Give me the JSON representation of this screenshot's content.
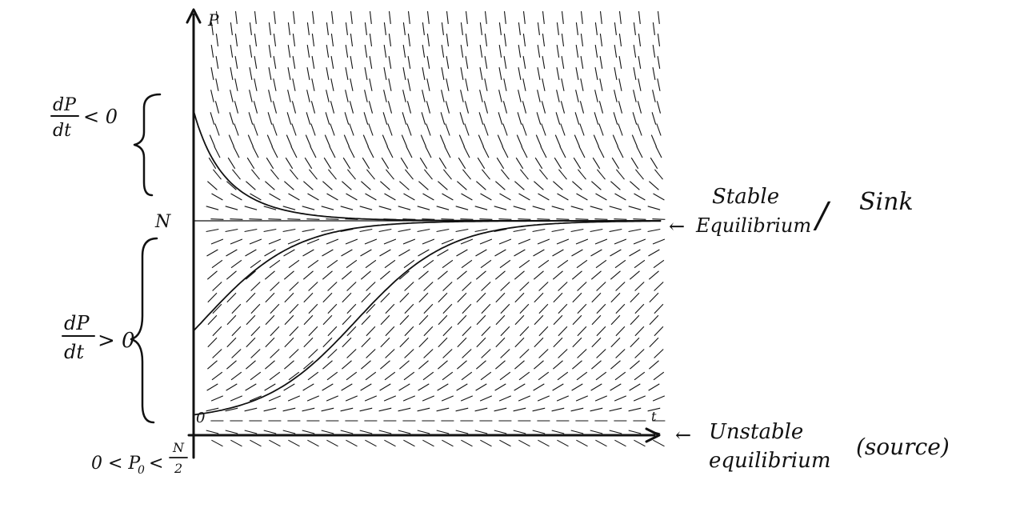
{
  "labels": {
    "axis_p": "P",
    "axis_t": "t",
    "origin": "0",
    "level_n": "N",
    "neg_top": "dP",
    "neg_bottom": "dt",
    "neg_rel": "< 0",
    "pos_top": "dP",
    "pos_bottom": "dt",
    "pos_rel": "> 0",
    "initial_left": "0 < P",
    "initial_sub": "0",
    "initial_lt": "<",
    "initial_num": "N",
    "initial_den": "2",
    "stable_line1": "Stable",
    "stable_line2": "Equilibrium",
    "stable_sep": "/",
    "stable_word": "Sink",
    "unstable_line1": "Unstable",
    "unstable_line2": "equilibrium",
    "unstable_paren": "(source)"
  },
  "arrow_glyph": "←",
  "model": {
    "equation": "dP/dt = kP(1 - P/N)",
    "N": 1,
    "k": 1,
    "p_range": [
      -0.12,
      1.9
    ],
    "t_range": [
      0,
      10
    ],
    "initial_conditions": [
      1.55,
      0.45,
      0.03
    ]
  },
  "colors": {
    "ink": "#111111",
    "background": "#ffffff"
  }
}
